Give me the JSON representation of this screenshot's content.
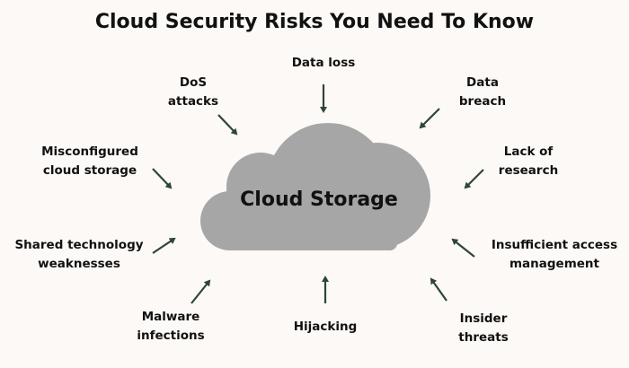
{
  "title": "Cloud Security Risks You Need To Know",
  "center_label": "Cloud Storage",
  "colors": {
    "background": "#fcf9f6",
    "cloud": "#a6a6a6",
    "arrow": "#2f4538"
  },
  "risks": [
    {
      "line1": "Data loss",
      "line2": ""
    },
    {
      "line1": "DoS",
      "line2": "attacks"
    },
    {
      "line1": "Data",
      "line2": "breach"
    },
    {
      "line1": "Misconfigured",
      "line2": "cloud storage"
    },
    {
      "line1": "Lack of",
      "line2": "research"
    },
    {
      "line1": "Shared technology",
      "line2": "weaknesses"
    },
    {
      "line1": "Insufficient access",
      "line2": "management"
    },
    {
      "line1": "Malware",
      "line2": "infections"
    },
    {
      "line1": "Hijacking",
      "line2": ""
    },
    {
      "line1": "Insider",
      "line2": "threats"
    }
  ]
}
